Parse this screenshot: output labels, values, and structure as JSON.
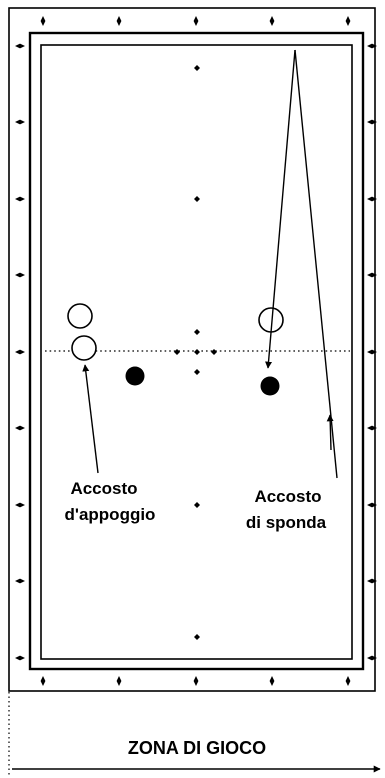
{
  "labels": {
    "appoggio_line1": "Accosto",
    "appoggio_line2": "d'appoggio",
    "sponda_line1": "Accosto",
    "sponda_line2": "di sponda",
    "zona": "ZONA DI GIOCO"
  },
  "balls": [
    {
      "id": "white-ball-left-upper",
      "fill": "white"
    },
    {
      "id": "white-ball-left-lower",
      "fill": "white"
    },
    {
      "id": "white-ball-right",
      "fill": "white"
    },
    {
      "id": "black-ball-center",
      "fill": "black"
    },
    {
      "id": "black-ball-right",
      "fill": "black"
    }
  ],
  "colors": {
    "ink": "#000000",
    "background": "#ffffff"
  }
}
